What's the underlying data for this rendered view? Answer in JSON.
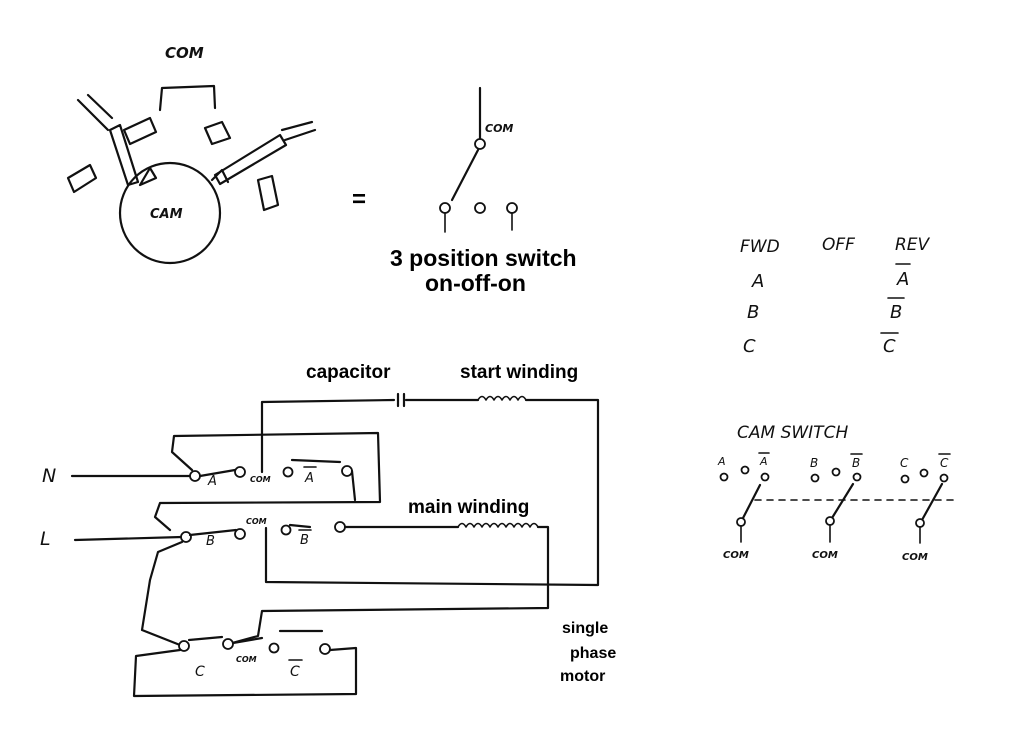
{
  "cam_diagram": {
    "com_label": "COM",
    "cam_label": "CAM",
    "equals": "="
  },
  "switch_symbol": {
    "com_label": "COM",
    "caption_line1": "3 position switch",
    "caption_line2": "on-off-on"
  },
  "truth_table": {
    "headers": [
      "FWD",
      "OFF",
      "REV"
    ],
    "fwd": [
      "A",
      "B",
      "C"
    ],
    "rev": [
      "A",
      "B",
      "C"
    ]
  },
  "cam_switch": {
    "title": "CAM  SWITCH",
    "groups": [
      {
        "left": "A",
        "right": "A",
        "com": "COM"
      },
      {
        "left": "B",
        "right": "B",
        "com": "COM"
      },
      {
        "left": "C",
        "right": "C",
        "com": "COM"
      }
    ]
  },
  "wiring": {
    "capacitor": "capacitor",
    "start_winding": "start winding",
    "main_winding": "main winding",
    "motor_line1": "single",
    "motor_line2": "phase",
    "motor_line3": "motor",
    "n_label": "N",
    "l_label": "L",
    "a_label": "A",
    "a_bar_label": "A",
    "b_label": "B",
    "b_bar_label": "B",
    "c_label": "C",
    "c_bar_label": "C",
    "com_label": "COM"
  }
}
